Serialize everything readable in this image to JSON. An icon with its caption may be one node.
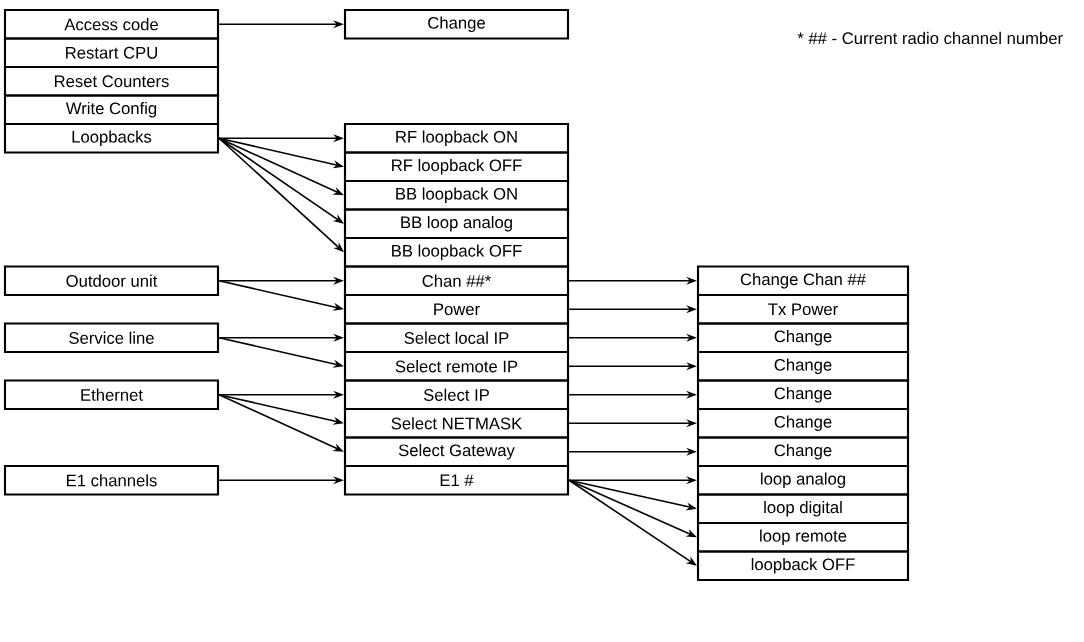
{
  "diagram": {
    "nodes": [
      {
        "text": [
          "Access code"
        ]
      },
      {
        "text": [
          "Change"
        ]
      },
      {
        "text": [
          "Restart CPU"
        ]
      },
      {
        "text": [
          "Reset Counters"
        ]
      },
      {
        "text": [
          "Write Config"
        ]
      },
      {
        "text": [
          "Loopbacks"
        ]
      },
      {
        "text": [
          "RF loopback ON"
        ]
      },
      {
        "text": [
          "RF loopback OFF"
        ]
      },
      {
        "text": [
          "BB loopback ON"
        ]
      },
      {
        "text": [
          "BB loop analog"
        ]
      },
      {
        "text": [
          "BB loopback OFF"
        ]
      },
      {
        "text": [
          "Outdoor unit"
        ]
      },
      {
        "text": [
          "Chan ##*"
        ]
      },
      {
        "text": [
          "Change Chan ##"
        ]
      },
      {
        "text": [
          "Power"
        ]
      },
      {
        "text": [
          "Tx Power"
        ]
      },
      {
        "text": [
          "Service line"
        ]
      },
      {
        "text": [
          "Select local IP"
        ]
      },
      {
        "text": [
          "Change"
        ]
      },
      {
        "text": [
          "Select remote IP"
        ]
      },
      {
        "text": [
          "Change"
        ]
      },
      {
        "text": [
          "Ethernet"
        ]
      },
      {
        "text": [
          "Select IP"
        ]
      },
      {
        "text": [
          "Change"
        ]
      },
      {
        "text": [
          "Select NETMASK"
        ]
      },
      {
        "text": [
          "Change"
        ]
      },
      {
        "text": [
          "Select Gateway"
        ]
      },
      {
        "text": [
          "Change"
        ]
      },
      {
        "text": [
          "E1 channels"
        ]
      },
      {
        "text": [
          "E1 #"
        ]
      },
      {
        "text": [
          "loop analog"
        ]
      },
      {
        "text": [
          "loop digital"
        ]
      },
      {
        "text": [
          "loop remote"
        ]
      },
      {
        "text": [
          "loopback OFF"
        ]
      }
    ],
    "edges": [
      {
        "from": 0,
        "to": 1,
        "arrow": "to"
      },
      {
        "from": 5,
        "to": 6,
        "arrow": "to"
      },
      {
        "from": 5,
        "to": 7,
        "arrow": "to"
      },
      {
        "from": 5,
        "to": 8,
        "arrow": "to"
      },
      {
        "from": 5,
        "to": 9,
        "arrow": "to"
      },
      {
        "from": 5,
        "to": 10,
        "arrow": "to"
      },
      {
        "from": 11,
        "to": 12,
        "arrow": "to"
      },
      {
        "from": 11,
        "to": 14,
        "arrow": "to"
      },
      {
        "from": 12,
        "to": 13,
        "arrow": "to"
      },
      {
        "from": 14,
        "to": 15,
        "arrow": "to"
      },
      {
        "from": 16,
        "to": 17,
        "arrow": "to"
      },
      {
        "from": 16,
        "to": 19,
        "arrow": "to"
      },
      {
        "from": 17,
        "to": 18,
        "arrow": "to"
      },
      {
        "from": 19,
        "to": 20,
        "arrow": "to"
      },
      {
        "from": 21,
        "to": 22,
        "arrow": "to"
      },
      {
        "from": 21,
        "to": 24,
        "arrow": "to"
      },
      {
        "from": 21,
        "to": 26,
        "arrow": "to"
      },
      {
        "from": 22,
        "to": 23,
        "arrow": "to"
      },
      {
        "from": 24,
        "to": 25,
        "arrow": "to"
      },
      {
        "from": 26,
        "to": 27,
        "arrow": "to"
      },
      {
        "from": 28,
        "to": 29,
        "arrow": "to"
      },
      {
        "from": 29,
        "to": 30,
        "arrow": "to"
      },
      {
        "from": 29,
        "to": 31,
        "arrow": "to"
      },
      {
        "from": 29,
        "to": 32,
        "arrow": "to"
      },
      {
        "from": 29,
        "to": 33,
        "arrow": "to"
      }
    ],
    "labels": [
      "* ## - Current radio channel number"
    ]
  }
}
